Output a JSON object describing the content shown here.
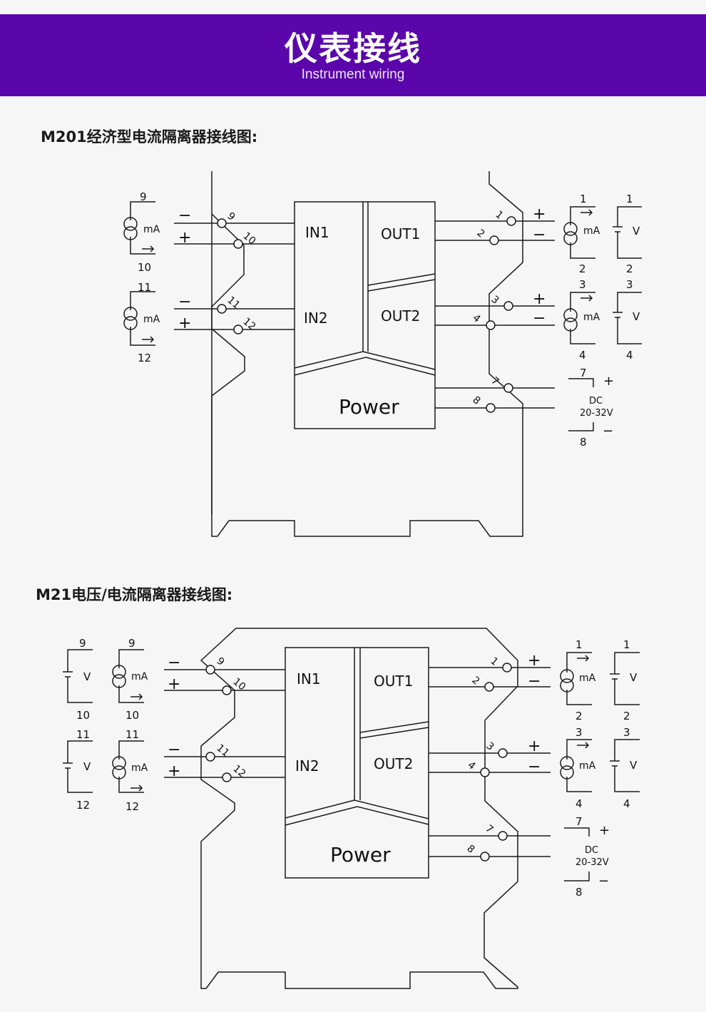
{
  "header": {
    "title": "仪表接线",
    "subtitle": "Instrument wiring"
  },
  "sections": [
    {
      "title": "M201经济型电流隔离器接线图:",
      "in1": "IN1",
      "in2": "IN2",
      "out1": "OUT1",
      "out2": "OUT2",
      "power": "Power",
      "terminals": [
        "1",
        "2",
        "3",
        "4",
        "7",
        "8",
        "9",
        "10",
        "11",
        "12"
      ],
      "polarity": {
        "plus": "+",
        "minus": "−"
      },
      "mA": "mA",
      "V": "V",
      "dc": "DC",
      "dc_range": "20-32V"
    },
    {
      "title": "M21电压/电流隔离器接线图:",
      "in1": "IN1",
      "in2": "IN2",
      "out1": "OUT1",
      "out2": "OUT2",
      "power": "Power",
      "terminals": [
        "1",
        "2",
        "3",
        "4",
        "7",
        "8",
        "9",
        "10",
        "11",
        "12"
      ],
      "polarity": {
        "plus": "+",
        "minus": "−"
      },
      "mA": "mA",
      "V": "V",
      "dc": "DC",
      "dc_range": "20-32V"
    }
  ]
}
